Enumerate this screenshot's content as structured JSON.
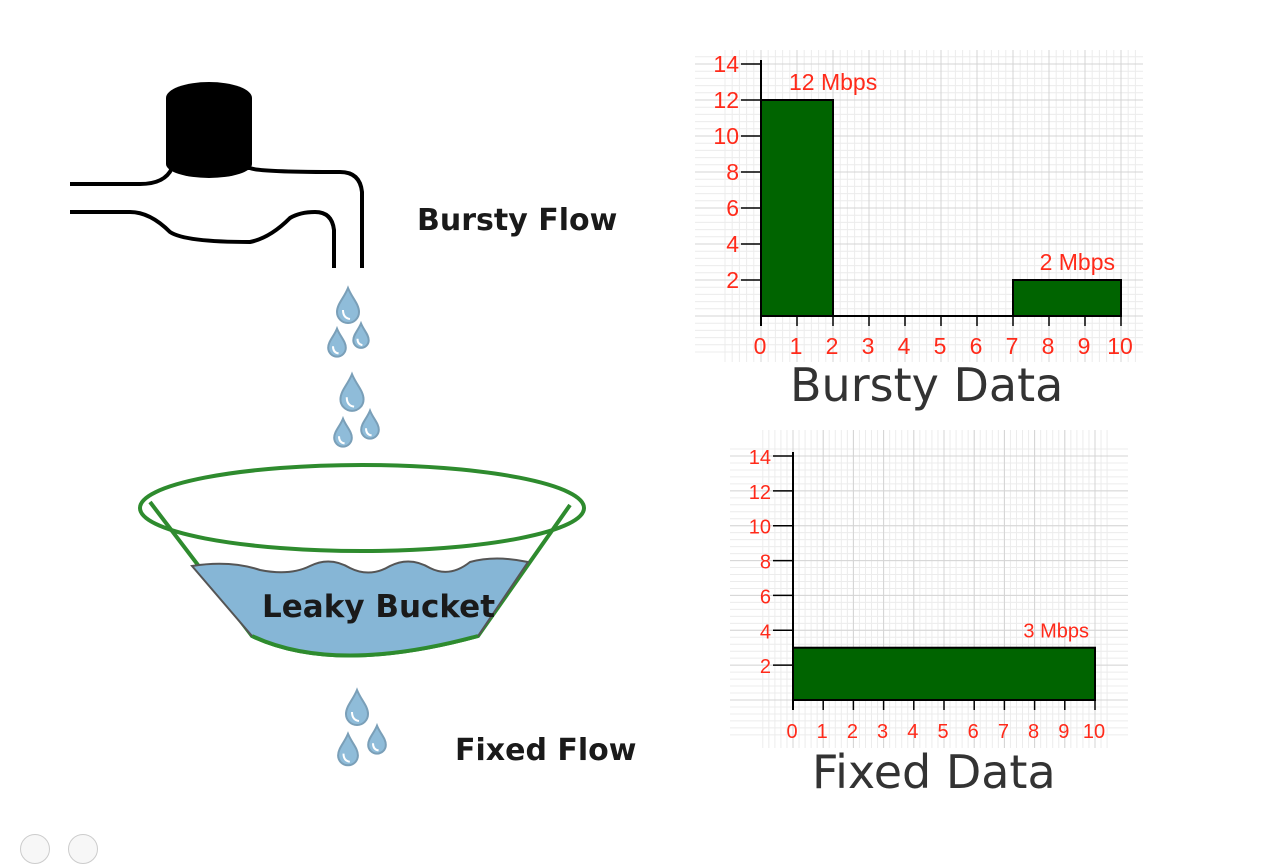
{
  "labels": {
    "bursty_flow": "Bursty Flow",
    "fixed_flow": "Fixed Flow",
    "bucket": "Leaky Bucket"
  },
  "colors": {
    "bar_fill": "#006400",
    "axis_text": "#ff2a1a",
    "bucket_outline": "#2e8b2e",
    "water": "#86b6d6",
    "drop": "#8fbcd9",
    "faucet": "#000000"
  },
  "chart_data": [
    {
      "type": "bar",
      "caption": "Bursty Data",
      "x_ticks": [
        0,
        1,
        2,
        3,
        4,
        5,
        6,
        7,
        8,
        9,
        10
      ],
      "y_ticks": [
        2,
        4,
        6,
        8,
        10,
        12,
        14
      ],
      "xlim": [
        0,
        10
      ],
      "ylim": [
        0,
        14
      ],
      "grid": true,
      "bars": [
        {
          "x_start": 0,
          "x_end": 2,
          "value": 12,
          "label": "12 Mbps"
        },
        {
          "x_start": 7,
          "x_end": 10,
          "value": 2,
          "label": "2 Mbps"
        }
      ]
    },
    {
      "type": "bar",
      "caption": "Fixed Data",
      "x_ticks": [
        0,
        1,
        2,
        3,
        4,
        5,
        6,
        7,
        8,
        9,
        10
      ],
      "y_ticks": [
        2,
        4,
        6,
        8,
        10,
        12,
        14
      ],
      "xlim": [
        0,
        10
      ],
      "ylim": [
        0,
        14
      ],
      "grid": true,
      "bars": [
        {
          "x_start": 0,
          "x_end": 10,
          "value": 3,
          "label": "3 Mbps"
        }
      ]
    }
  ]
}
